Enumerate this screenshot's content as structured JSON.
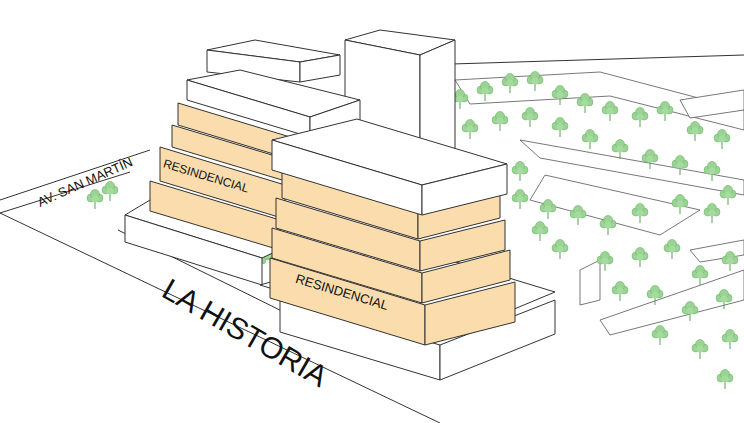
{
  "diagram": {
    "labels": [
      "AV. SAN MARTÍN",
      "RESINDENCIAL",
      "RESINDENCIAL",
      "LA HISTORIA"
    ]
  }
}
